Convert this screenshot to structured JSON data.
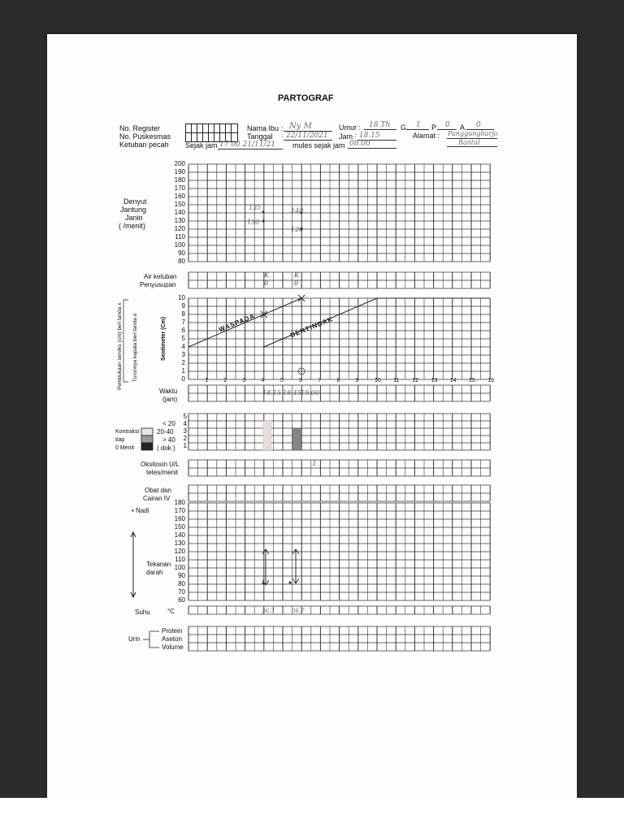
{
  "title": "PARTOGRAF",
  "header": {
    "no_register": "No. Register",
    "no_puskesmas": "No. Puskesmas",
    "ketuban_pecah": "Ketuban pecah",
    "sejak_jam": "Sejak jam",
    "sejak_jam_value": "17.00 21/11/21",
    "nama_ibu": "Nama Ibu :",
    "nama_ibu_value": "Ny M",
    "tanggal": "Tanggal",
    "tanggal_value": ": 22/11/2021",
    "jam": "Jam",
    "jam_value": ": 18.15",
    "mules_sejak_jam": "mules sejak jam",
    "mules_value": "08.00",
    "umur": "Umur :",
    "umur_value": "18 Th",
    "g_label": "G",
    "g_value": "I",
    "p_label": "P",
    "p_value": "0",
    "a_label": "A",
    "a_value": "0",
    "alamat": "Alamat :",
    "alamat_value": "Panggungharjo",
    "alamat_value2": "Bantul"
  },
  "djj": {
    "label1": "Denyut",
    "label2": "Jantung",
    "label3": "Janin",
    "label4": "(    /menit)",
    "ticks": [
      "200",
      "190",
      "180",
      "170",
      "160",
      "150",
      "140",
      "130",
      "120",
      "110",
      "100",
      "90",
      "80"
    ],
    "notes": [
      "135",
      "130",
      "140",
      "120"
    ]
  },
  "air_ketuban": {
    "label1": "Air ketuban",
    "label2": "Penyusupan",
    "marks_top": [
      "K",
      "K"
    ],
    "marks_bottom": [
      "0",
      "0"
    ]
  },
  "serviks": {
    "side_label": "Pembukaan serviks (cm) beri tanda x",
    "side_label2": "Turunnya kepala beri tanda o",
    "axis_label": "Sentimeter (Cm)",
    "ticks": [
      "10",
      "9",
      "8",
      "7",
      "6",
      "5",
      "4",
      "3",
      "2",
      "1",
      "0"
    ],
    "hours": [
      "1",
      "2",
      "3",
      "4",
      "5",
      "6",
      "7",
      "8",
      "9",
      "10",
      "11",
      "12",
      "13",
      "14",
      "15",
      "16"
    ],
    "waspada": "WASPADA",
    "bertindak": "BERTINDAK",
    "dilation_points": [
      {
        "hour": 4,
        "cm": 8
      },
      {
        "hour": 6,
        "cm": 10
      }
    ],
    "descent_points": [
      {
        "hour": 6,
        "value": 1
      }
    ]
  },
  "waktu": {
    "label1": "Waktu",
    "label2": "(jam)",
    "values": [
      "18.15",
      "18.45",
      "19.00"
    ]
  },
  "kontraksi": {
    "ticks": [
      "5",
      "4",
      "3",
      "2",
      "1"
    ],
    "label1": "Kontraksi",
    "label2": "tiap",
    "label3": "0 Menit",
    "legend1": "< 20",
    "legend2": "20-40",
    "legend3": "> 40",
    "legend4": "( dok )"
  },
  "oksitosin": {
    "label1": "Oksitosin U/L",
    "label2": "tetes/menit",
    "mark": "1"
  },
  "obat": {
    "label1": "Obat dan",
    "label2": "Cairan IV"
  },
  "nadi": {
    "label": "• Nadi",
    "ticks": [
      "180",
      "170",
      "160",
      "150",
      "140",
      "130",
      "120",
      "110",
      "100",
      "90",
      "80",
      "70",
      "60"
    ],
    "tekanan1": "Tekanan",
    "tekanan2": "darah"
  },
  "suhu": {
    "label": "Suhu",
    "unit": "°C",
    "values": [
      "36.7",
      "36.7"
    ]
  },
  "urin": {
    "label": "Urin",
    "protein": "Protein",
    "aseton": "Aseton",
    "volume": "Volume"
  }
}
